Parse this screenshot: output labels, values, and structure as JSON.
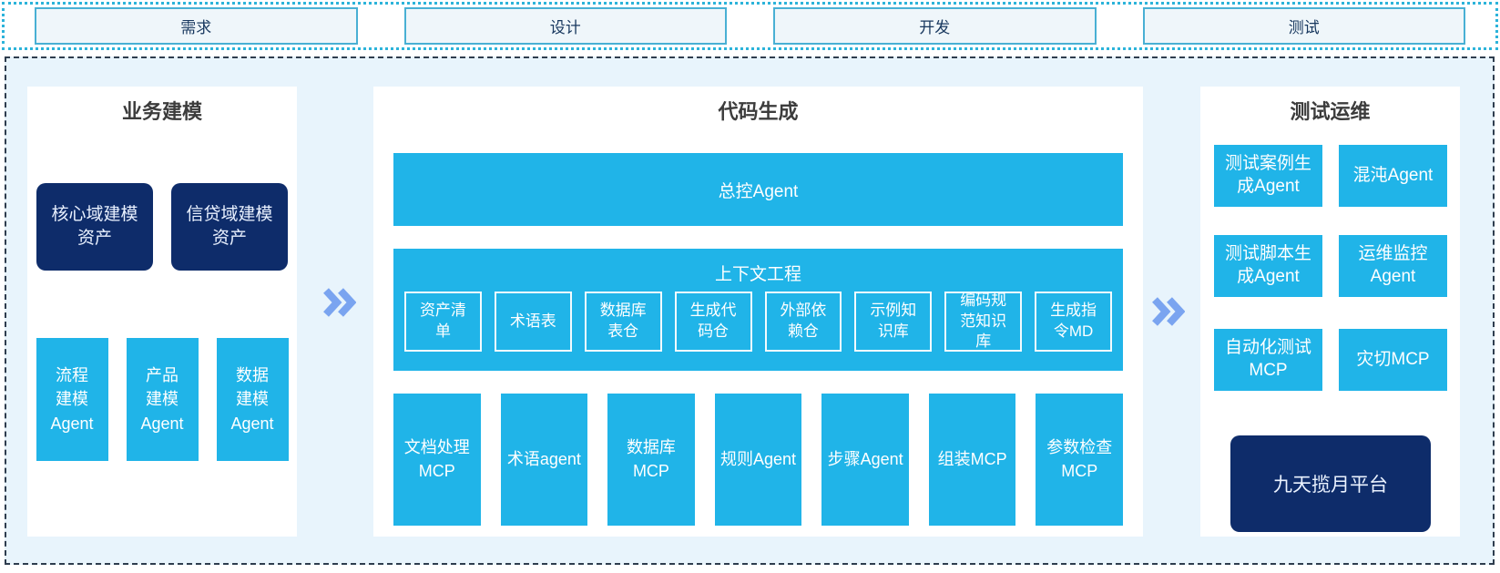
{
  "phases": [
    "需求",
    "设计",
    "开发",
    "测试"
  ],
  "left_panel": {
    "title": "业务建模",
    "assets": [
      "核心域建模资产",
      "信贷域建模资产"
    ],
    "agents": [
      "流程建模Agent",
      "产品建模Agent",
      "数据建模Agent"
    ]
  },
  "mid_panel": {
    "title": "代码生成",
    "master_agent": "总控Agent",
    "context": {
      "title": "上下文工程",
      "items": [
        "资产清单",
        "术语表",
        "数据库表仓",
        "生成代码仓",
        "外部依赖仓",
        "示例知识库",
        "编码规范知识库",
        "生成指令MD"
      ]
    },
    "workers": [
      "文档处理MCP",
      "术语agent",
      "数据库MCP",
      "规则Agent",
      "步骤Agent",
      "组装MCP",
      "参数检查MCP"
    ]
  },
  "right_panel": {
    "title": "测试运维",
    "boxes": [
      "测试案例生成Agent",
      "混沌Agent",
      "测试脚本生成Agent",
      "运维监控Agent",
      "自动化测试MCP",
      "灾切MCP"
    ],
    "platform": "九天揽月平台"
  },
  "colors": {
    "cyan_box": "#20b4e8",
    "navy_box": "#0e2c6a",
    "container_bg": "#e8f4fc",
    "strip_dotted_border": "#2cb3da",
    "main_dashed_border": "#2e3d4e",
    "phase_box_border": "#49b0d4",
    "phase_box_bg": "#eff6fa",
    "phase_text": "#17375e",
    "chevron": "#7aa4f0",
    "panel_title_text": "#3c3c3c"
  }
}
